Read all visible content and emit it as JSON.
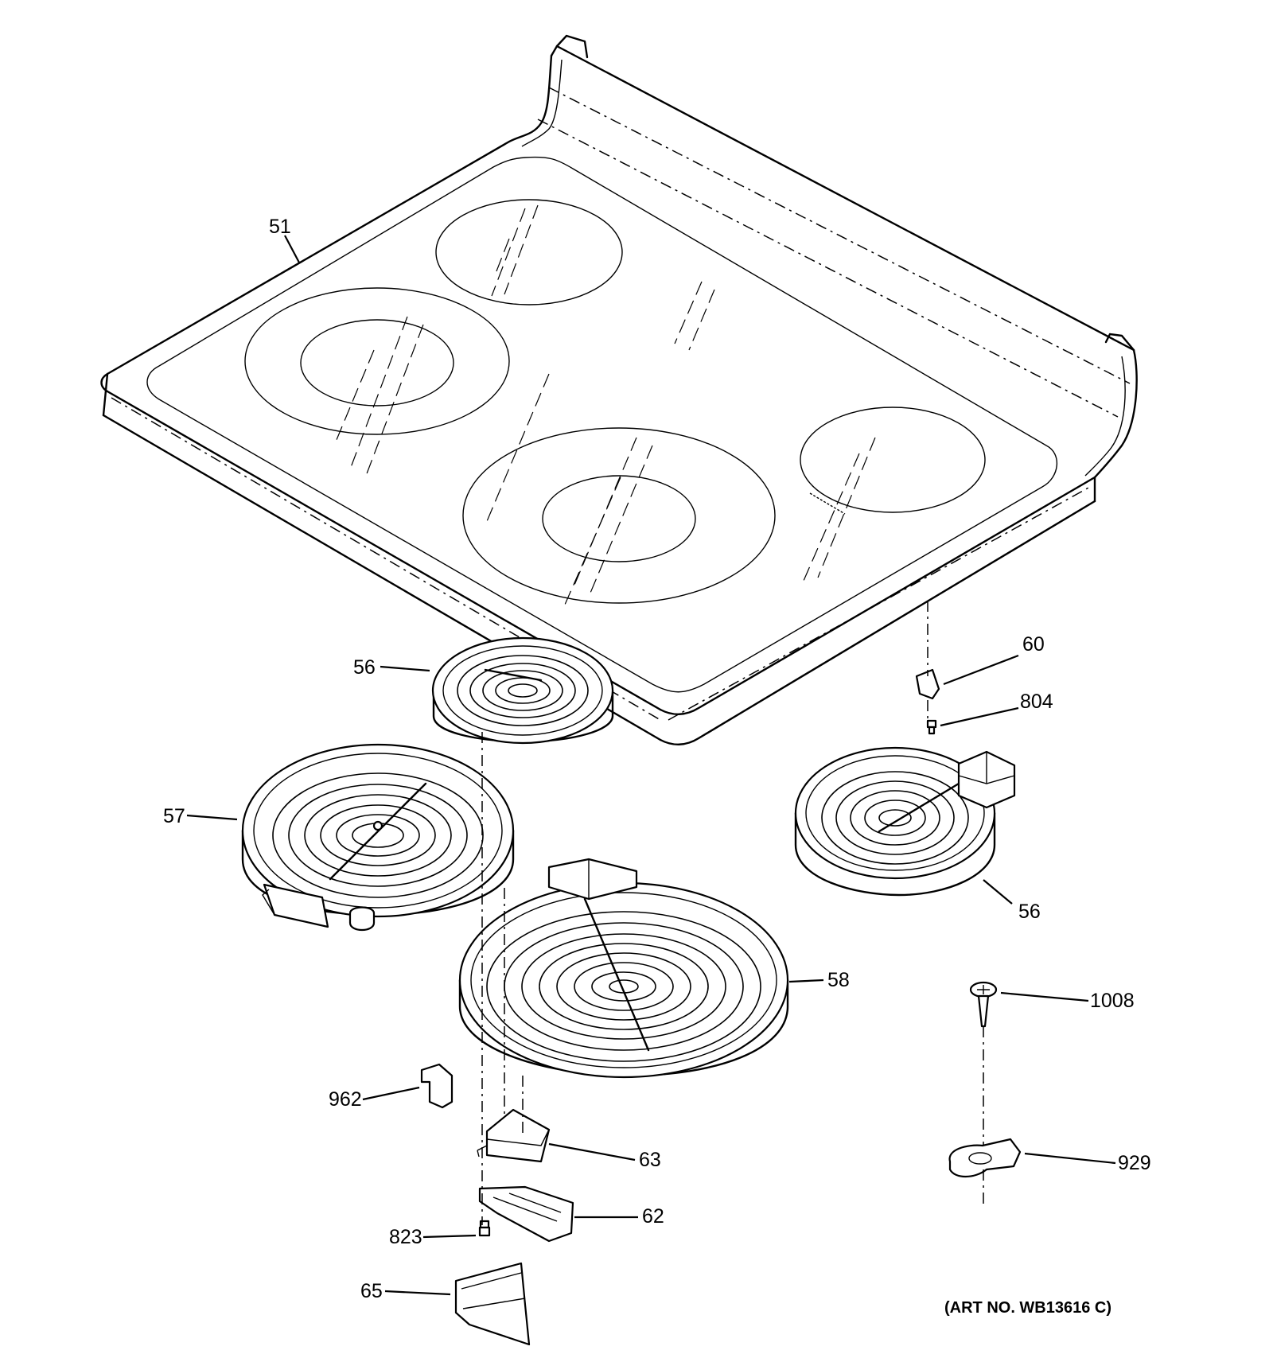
{
  "art_number": "(ART NO. WB13616 C)",
  "callouts": [
    {
      "id": "51"
    },
    {
      "id": "56"
    },
    {
      "id": "57"
    },
    {
      "id": "56"
    },
    {
      "id": "58"
    },
    {
      "id": "60"
    },
    {
      "id": "804"
    },
    {
      "id": "1008"
    },
    {
      "id": "929"
    },
    {
      "id": "962"
    },
    {
      "id": "63"
    },
    {
      "id": "62"
    },
    {
      "id": "823"
    },
    {
      "id": "65"
    }
  ]
}
